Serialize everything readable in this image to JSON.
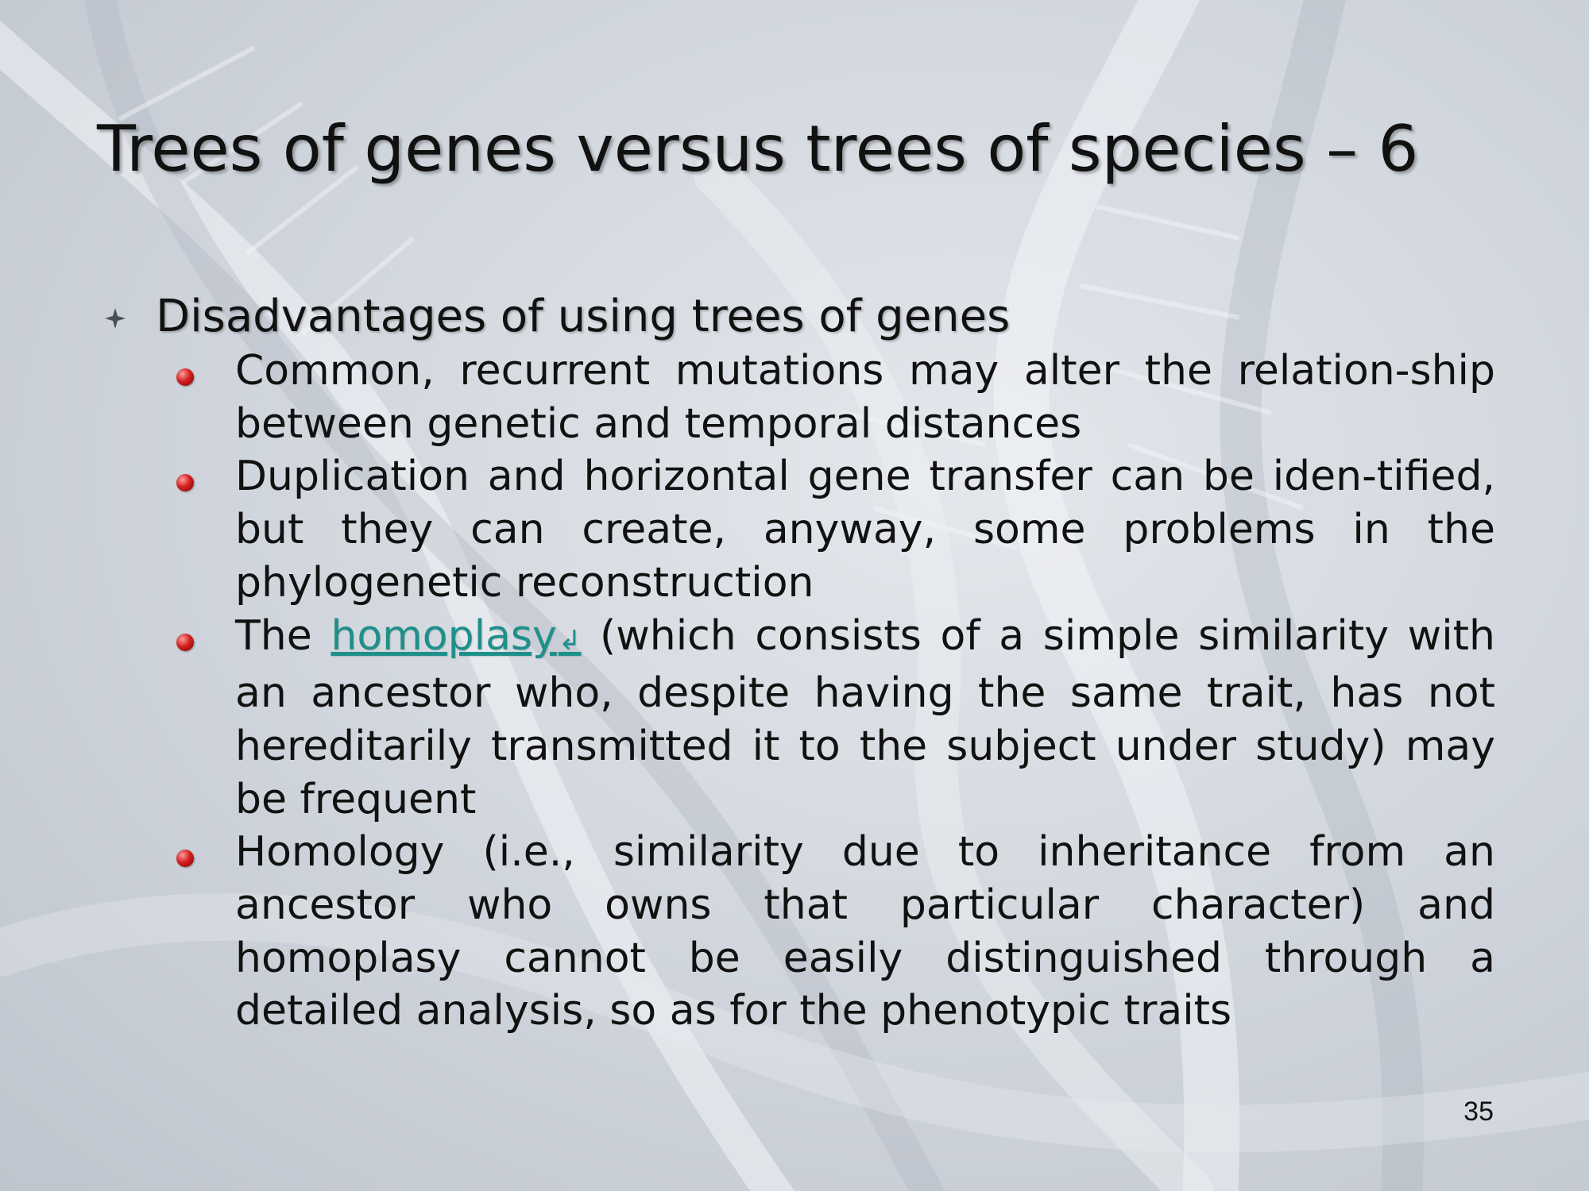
{
  "slide": {
    "title": "Trees of genes versus trees of species – 6",
    "heading": "Disadvantages of using trees of genes",
    "items": [
      {
        "text": "Common, recurrent mutations may alter the relation-ship between genetic and temporal distances"
      },
      {
        "text": "Duplication and horizontal gene transfer can be iden-tified, but they can create, anyway, some problems in the phylogenetic reconstruction"
      },
      {
        "text_before_link": "The ",
        "link": "homoplasy",
        "return_symbol": "↲",
        "text_after_link": " (which consists of a simple similarity with an ancestor who, despite having the same trait, has not hereditarily transmitted it to the subject under study) may be frequent"
      },
      {
        "text": "Homology (i.e., similarity due to inheritance from an ancestor who owns that particular character) and homoplasy cannot be easily distinguished through a detailed analysis, so as for the phenotypic traits"
      }
    ],
    "page_number": "35"
  },
  "colors": {
    "link": "#1f8f8a",
    "bullet": "#c81e1e",
    "text": "#111111"
  },
  "icons": {
    "heading_bullet": "four-point-star-icon",
    "item_bullet": "red-ball-bullet-icon",
    "link_return": "return-arrow-icon",
    "background": "dna-double-helix"
  }
}
